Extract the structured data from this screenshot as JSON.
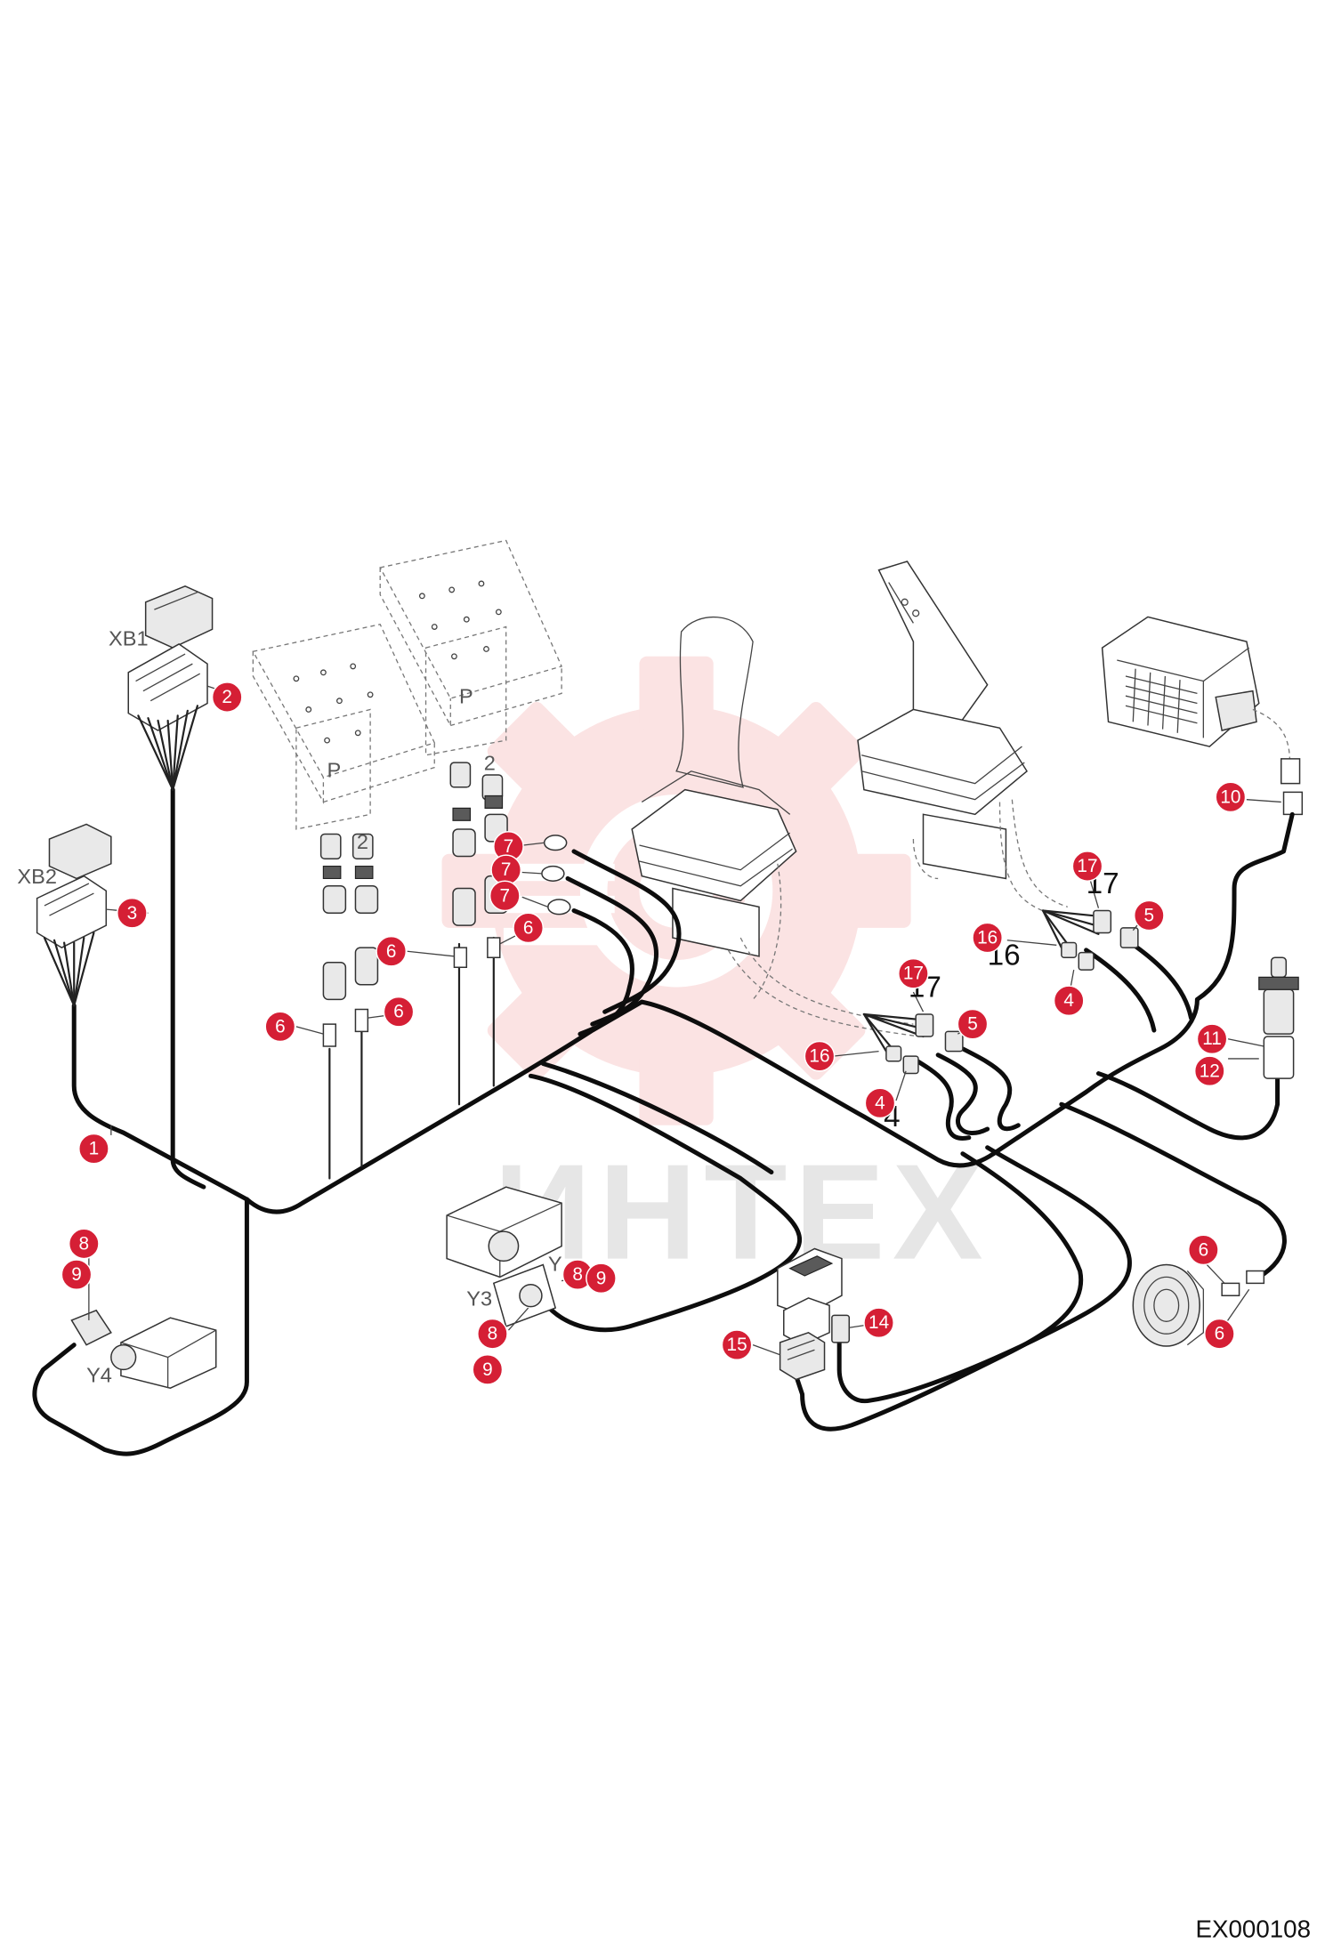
{
  "watermark": {
    "text": "ИНТЕХ"
  },
  "document": {
    "id": "EX000108"
  },
  "component_labels": {
    "xb1": "XB1",
    "xb2": "XB2",
    "y3": "Y3",
    "y4": "Y4",
    "y_partial": "Y"
  },
  "callouts": [
    {
      "key": "1",
      "label": "1"
    },
    {
      "key": "2",
      "label": "2"
    },
    {
      "key": "3",
      "label": "3"
    },
    {
      "key": "4a",
      "label": "4"
    },
    {
      "key": "4b",
      "label": "4"
    },
    {
      "key": "5a",
      "label": "5"
    },
    {
      "key": "5b",
      "label": "5"
    },
    {
      "key": "6a",
      "label": "6"
    },
    {
      "key": "6b",
      "label": "6"
    },
    {
      "key": "6c",
      "label": "6"
    },
    {
      "key": "6d",
      "label": "6"
    },
    {
      "key": "6e",
      "label": "6"
    },
    {
      "key": "6f",
      "label": "6"
    },
    {
      "key": "7a",
      "label": "7"
    },
    {
      "key": "7b",
      "label": "7"
    },
    {
      "key": "7c",
      "label": "7"
    },
    {
      "key": "8a",
      "label": "8"
    },
    {
      "key": "8b",
      "label": "8"
    },
    {
      "key": "8c",
      "label": "8"
    },
    {
      "key": "9a",
      "label": "9"
    },
    {
      "key": "9b",
      "label": "9"
    },
    {
      "key": "9c",
      "label": "9"
    },
    {
      "key": "10",
      "label": "10"
    },
    {
      "key": "11",
      "label": "11"
    },
    {
      "key": "12",
      "label": "12"
    },
    {
      "key": "14",
      "label": "14"
    },
    {
      "key": "15",
      "label": "15"
    },
    {
      "key": "16a",
      "label": "16"
    },
    {
      "key": "16b",
      "label": "16"
    },
    {
      "key": "17a",
      "label": "17"
    },
    {
      "key": "17b",
      "label": "17"
    }
  ],
  "ghost_labels": [
    "16",
    "17",
    "17",
    "4"
  ]
}
